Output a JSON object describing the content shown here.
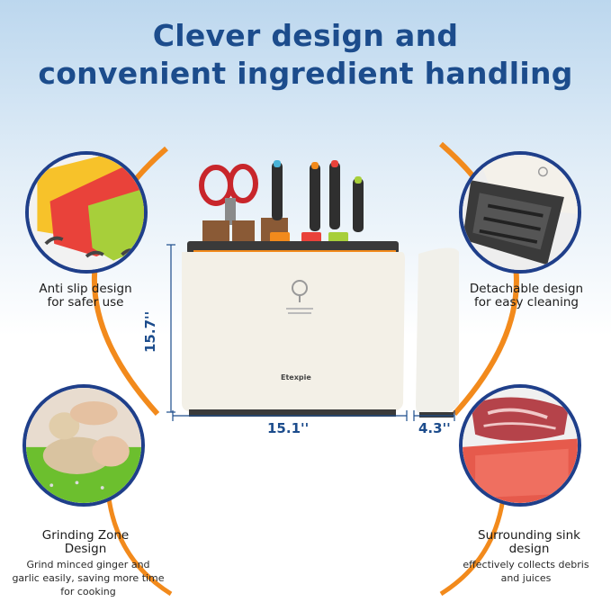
{
  "header": {
    "line1": "Clever design and",
    "line2": "convenient ingredient handling"
  },
  "features": [
    {
      "title_line1": "Anti slip design",
      "title_line2": "for safer use",
      "icon": "cutting-boards-icon"
    },
    {
      "title_line1": "Detachable design",
      "title_line2": "for easy cleaning",
      "icon": "detachable-rack-icon"
    },
    {
      "title_line1": "Grinding Zone",
      "title_line2": "Design",
      "desc_line1": "Grind minced ginger and",
      "desc_line2": "garlic easily, saving more time",
      "desc_line3": "for cooking",
      "icon": "ginger-icon"
    },
    {
      "title_line1": "Surrounding sink",
      "title_line2": "design",
      "desc_line1": "effectively collects debris",
      "desc_line2": "and juices",
      "icon": "meat-on-board-icon"
    }
  ],
  "dimensions": {
    "height": "15.7''",
    "width": "15.1''",
    "depth": "4.3''"
  },
  "product": {
    "brand": "Etexpie"
  },
  "colors": {
    "title": "#1c4c8c",
    "circle_border": "#1f3f8a",
    "arc": "#f28a1c"
  }
}
